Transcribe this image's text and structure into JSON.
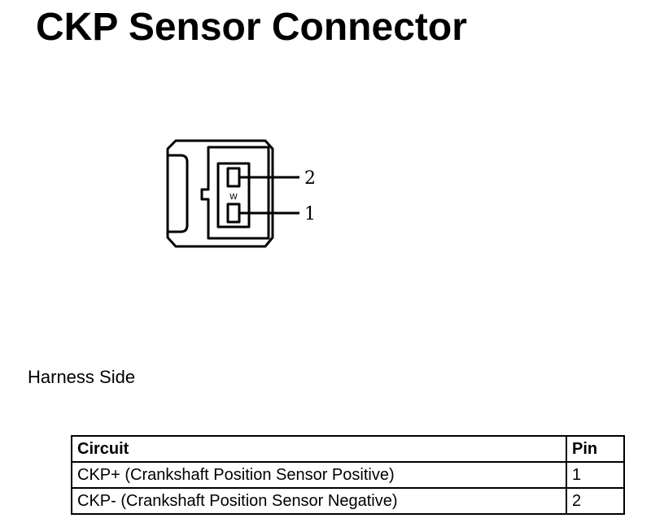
{
  "title": "CKP Sensor Connector",
  "connector": {
    "pin_labels": [
      "2",
      "1"
    ],
    "view": "Harness Side"
  },
  "table": {
    "headers": {
      "circuit": "Circuit",
      "pin": "Pin"
    },
    "rows": [
      {
        "circuit": "CKP+ (Crankshaft Position Sensor Positive)",
        "pin": "1"
      },
      {
        "circuit": "CKP- (Crankshaft Position Sensor Negative)",
        "pin": "2"
      }
    ]
  }
}
